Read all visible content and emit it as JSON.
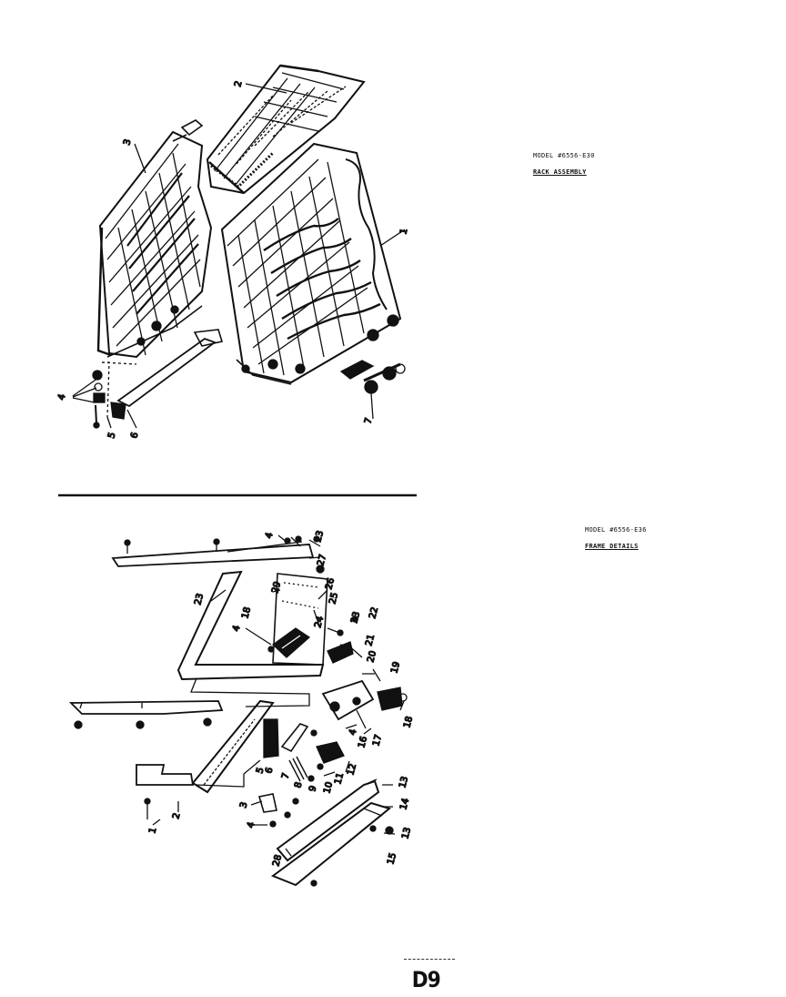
{
  "top_section": {
    "model": "MODEL #6556-E30",
    "title": "RACK ASSEMBLY",
    "callouts": [
      "1",
      "2",
      "3",
      "4",
      "5",
      "6",
      "7"
    ]
  },
  "bottom_section": {
    "model": "MODEL #6556-E36",
    "title": "FRAME DETAILS",
    "callouts": [
      "1",
      "2",
      "3",
      "4",
      "4",
      "4",
      "4",
      "5",
      "6",
      "7",
      "8",
      "9",
      "10",
      "11",
      "12",
      "13",
      "13",
      "14",
      "15",
      "16",
      "17",
      "18",
      "19",
      "20",
      "21",
      "22",
      "23",
      "23",
      "23",
      "24",
      "25",
      "26",
      "27",
      "28",
      "29"
    ]
  },
  "page_number": "D9",
  "colors": {
    "ink": "#111111",
    "paper": "#ffffff"
  }
}
